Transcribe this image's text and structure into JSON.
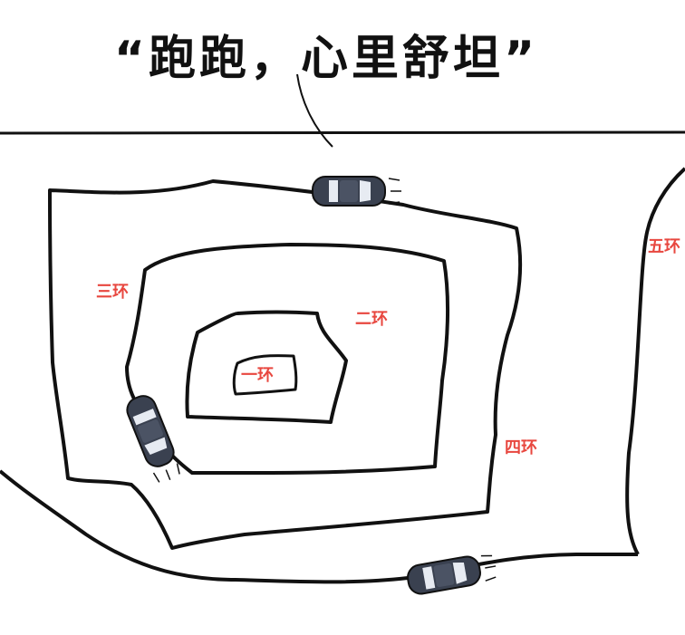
{
  "caption": "“跑跑，心里舒坦”",
  "rings": {
    "ring1": "一环",
    "ring2": "二环",
    "ring3": "三环",
    "ring4": "四环",
    "ring5": "五环"
  },
  "colors": {
    "line": "#111111",
    "label": "#e8473f",
    "car_body": "#3a4150",
    "car_glass": "#e7ebf2"
  }
}
